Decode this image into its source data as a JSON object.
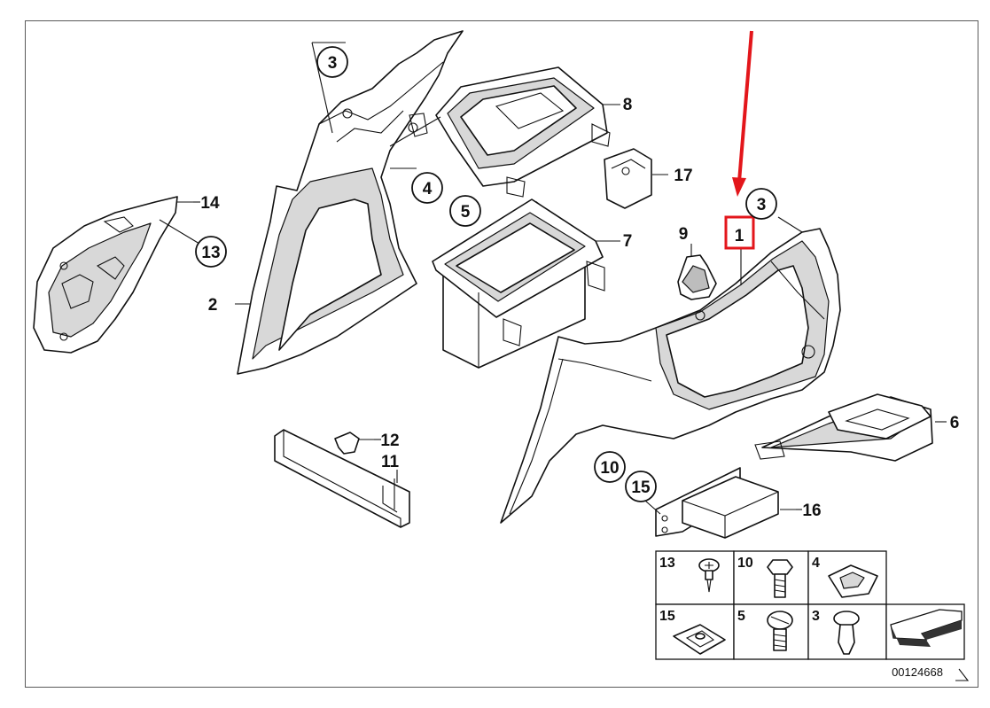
{
  "labels": {
    "l1": "1",
    "l2": "2",
    "l3a": "3",
    "l3b": "3",
    "l4": "4",
    "l5": "5",
    "l6": "6",
    "l7": "7",
    "l8": "8",
    "l9": "9",
    "l10": "10",
    "l11": "11",
    "l12": "12",
    "l13": "13",
    "l14": "14",
    "l15": "15",
    "l16": "16",
    "l17": "17"
  },
  "legend": {
    "c13": "13",
    "c10": "10",
    "c4": "4",
    "c15": "15",
    "c5": "5",
    "c3": "3"
  },
  "diagram_code": "00124668",
  "colors": {
    "highlight": "#e3161b",
    "line": "#111111",
    "shade": "#d8d8d8"
  }
}
